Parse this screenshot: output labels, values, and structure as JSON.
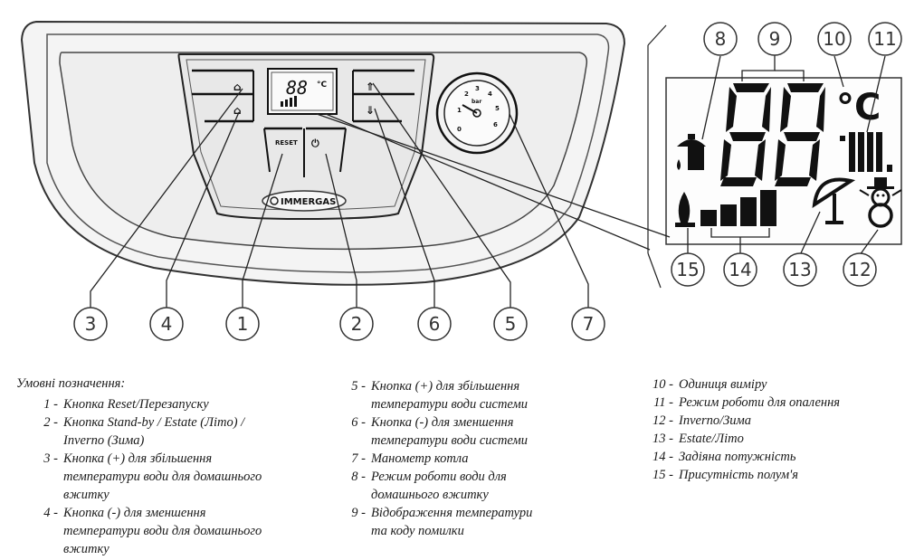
{
  "panel": {
    "reset_label": "RESET",
    "brand": "IMMERGAS",
    "gauge_unit": "bar",
    "gauge_ticks": [
      "0",
      "1",
      "2",
      "3",
      "4",
      "5",
      "6"
    ],
    "mini_display_digits": "88",
    "mini_display_unit": "°C"
  },
  "display": {
    "digits": "88",
    "unit": "°C"
  },
  "callouts": [
    "1",
    "2",
    "3",
    "4",
    "5",
    "6",
    "7",
    "8",
    "9",
    "10",
    "11",
    "12",
    "13",
    "14",
    "15"
  ],
  "legend": {
    "title": "Умовні позначення:",
    "col1": [
      {
        "num": "1  -",
        "lines": [
          "Кнопка Reset/Перезапуску"
        ]
      },
      {
        "num": "2  -",
        "lines": [
          "Кнопка Stand-by / Estate (Літо) /",
          "Inverno (Зима)"
        ]
      },
      {
        "num": "3  -",
        "lines": [
          "Кнопка (+) для збільшення",
          "температури води для домашнього",
          "вжитку"
        ]
      },
      {
        "num": "4  -",
        "lines": [
          "Кнопка (-) для зменшення",
          "температури води для домашнього",
          "вжитку"
        ]
      }
    ],
    "col2": [
      {
        "num": "5  -",
        "lines": [
          "Кнопка (+) для збільшення",
          "температури води системи"
        ]
      },
      {
        "num": "6  -",
        "lines": [
          "Кнопка (-) для зменшення",
          "температури води системи"
        ]
      },
      {
        "num": "7  -",
        "lines": [
          "Манометр котла"
        ]
      },
      {
        "num": "8  -",
        "lines": [
          "Режим роботи води для",
          "домашнього вжитку"
        ]
      },
      {
        "num": "9  -",
        "lines": [
          "Відображення температури",
          "та коду помилки"
        ]
      }
    ],
    "col3": [
      {
        "num": "10  -",
        "lines": [
          "Одиниця виміру"
        ]
      },
      {
        "num": "11  -",
        "lines": [
          "Режим роботи для опалення"
        ]
      },
      {
        "num": "12  -",
        "lines": [
          "Inverno/Зима"
        ]
      },
      {
        "num": "13  -",
        "lines": [
          "Estate/Літо"
        ]
      },
      {
        "num": "14  -",
        "lines": [
          "Задіяна потужність"
        ]
      },
      {
        "num": "15  -",
        "lines": [
          "Присутність полум'я"
        ]
      }
    ]
  }
}
